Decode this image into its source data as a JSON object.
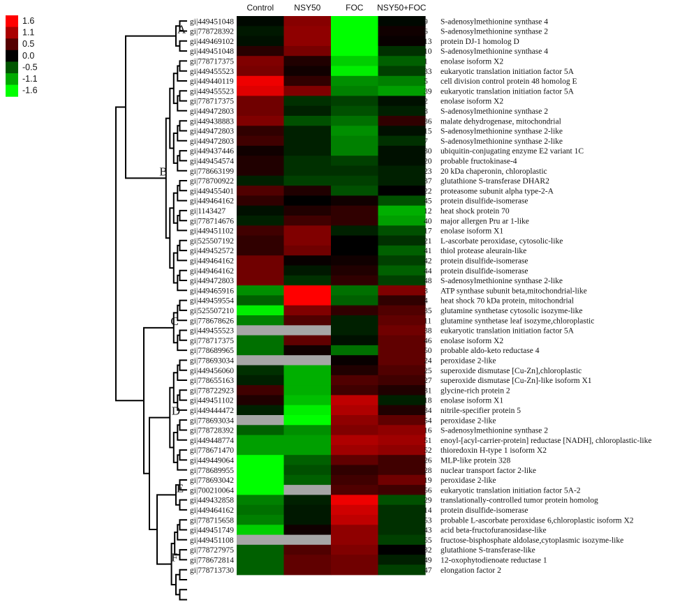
{
  "chart_data": {
    "type": "heatmap",
    "columns": [
      "Control",
      "NSY50",
      "FOC",
      "NSY50+FOC"
    ],
    "colorbar": {
      "ticks": [
        "1.6",
        "1.1",
        "0.5",
        "0.0",
        "-0.5",
        "-1.1",
        "-1.6"
      ],
      "range": [
        -1.6,
        1.6
      ],
      "low_color": "#00ff00",
      "mid_color": "#000000",
      "high_color": "#ff0000",
      "missing_color": "#a6a6a6"
    },
    "clusters": [
      {
        "label": "A",
        "rows": [
          0,
          3
        ]
      },
      {
        "label": "B",
        "rows": [
          4,
          27
        ]
      },
      {
        "label": "C",
        "rows": [
          28,
          33
        ]
      },
      {
        "label": "D",
        "rows": [
          34,
          45
        ]
      },
      {
        "label": "E",
        "rows": [
          46,
          49
        ]
      },
      {
        "label": "F",
        "rows": [
          50,
          58
        ]
      }
    ],
    "rows": [
      {
        "id": "gi|449451048",
        "num": "9",
        "name": "S-adenosylmethionine synthase 4",
        "values": [
          -0.05,
          0.85,
          -1.6,
          -0.05
        ]
      },
      {
        "id": "gi|778728392",
        "num": "6",
        "name": "S-adenosylmethionine synthase 2",
        "values": [
          -0.15,
          0.9,
          -1.6,
          0.1
        ]
      },
      {
        "id": "gi|449469102",
        "num": "13",
        "name": "protein DJ-1 homolog D",
        "values": [
          -0.1,
          0.9,
          -1.6,
          0.05
        ]
      },
      {
        "id": "gi|449451048",
        "num": "10",
        "name": "S-adenosylmethionine synthase 4",
        "values": [
          0.25,
          0.75,
          -1.6,
          -0.3
        ]
      },
      {
        "id": "gi|778717375",
        "num": "1",
        "name": "enolase isoform X2",
        "values": [
          0.8,
          0.2,
          -1.3,
          -0.6
        ]
      },
      {
        "id": "gi|449455523",
        "num": "33",
        "name": "eukaryotic translation initiation factor 5A",
        "values": [
          0.75,
          0.1,
          -1.5,
          -0.4
        ]
      },
      {
        "id": "gi|449440119",
        "num": "5",
        "name": "cell division control protein 48 homolog E",
        "values": [
          1.5,
          0.3,
          -0.9,
          -0.8
        ]
      },
      {
        "id": "gi|449455523",
        "num": "39",
        "name": "eukaryotic translation initiation factor 5A",
        "values": [
          1.4,
          0.8,
          -0.8,
          -1.0
        ]
      },
      {
        "id": "gi|778717375",
        "num": "2",
        "name": "enolase isoform X2",
        "values": [
          0.7,
          -0.3,
          -0.4,
          -0.1
        ]
      },
      {
        "id": "gi|449472803",
        "num": "8",
        "name": "S-adenosylmethionine synthase 2",
        "values": [
          0.7,
          -0.2,
          -0.5,
          -0.2
        ]
      },
      {
        "id": "gi|449438883",
        "num": "36",
        "name": "malate dehydrogenase, mitochondrial",
        "values": [
          0.8,
          -0.5,
          -0.7,
          0.3
        ]
      },
      {
        "id": "gi|449472803",
        "num": "15",
        "name": "S-adenosylmethionine synthase 2-like",
        "values": [
          0.3,
          -0.2,
          -0.9,
          -0.1
        ]
      },
      {
        "id": "gi|449472803",
        "num": "7",
        "name": "S-adenosylmethionine synthase 2-like",
        "values": [
          0.4,
          -0.2,
          -0.8,
          -0.3
        ]
      },
      {
        "id": "gi|449437446",
        "num": "30",
        "name": "ubiquitin-conjugating enzyme E2 variant 1C",
        "values": [
          0.1,
          -0.2,
          -0.8,
          -0.1
        ]
      },
      {
        "id": "gi|449454574",
        "num": "20",
        "name": "probable fructokinase-4",
        "values": [
          0.2,
          -0.3,
          -0.4,
          -0.1
        ]
      },
      {
        "id": "gi|778663199",
        "num": "23",
        "name": "20 kDa chaperonin, chloroplastic",
        "values": [
          0.2,
          -0.3,
          -0.3,
          -0.2
        ]
      },
      {
        "id": "gi|778700922",
        "num": "37",
        "name": "glutathione S-transferase DHAR2",
        "values": [
          -0.2,
          -0.4,
          -0.4,
          -0.2
        ]
      },
      {
        "id": "gi|449455401",
        "num": "22",
        "name": "proteasome subunit alpha type-2-A",
        "values": [
          0.5,
          0.2,
          -0.5,
          0.0
        ]
      },
      {
        "id": "gi|449464162",
        "num": "45",
        "name": "protein disulfide-isomerase",
        "values": [
          0.3,
          0.0,
          0.1,
          -0.5
        ]
      },
      {
        "id": "gi|1143427",
        "num": "12",
        "name": "heat shock protein 70",
        "values": [
          -0.1,
          0.2,
          0.3,
          -1.1
        ]
      },
      {
        "id": "gi|778714676",
        "num": "40",
        "name": "major allergen Pru ar 1-like",
        "values": [
          -0.2,
          0.4,
          0.3,
          -1.0
        ]
      },
      {
        "id": "gi|449451102",
        "num": "17",
        "name": "enolase isoform X1",
        "values": [
          0.4,
          0.8,
          -0.2,
          -0.5
        ]
      },
      {
        "id": "gi|525507192",
        "num": "21",
        "name": "L-ascorbate peroxidase, cytosolic-like",
        "values": [
          0.3,
          0.8,
          0.0,
          -0.3
        ]
      },
      {
        "id": "gi|449452572",
        "num": "41",
        "name": "thiol protease aleurain-like",
        "values": [
          0.3,
          0.7,
          0.0,
          -0.6
        ]
      },
      {
        "id": "gi|449464162",
        "num": "42",
        "name": "protein disulfide-isomerase",
        "values": [
          0.7,
          0.05,
          0.1,
          -0.4
        ]
      },
      {
        "id": "gi|449464162",
        "num": "44",
        "name": "protein disulfide-isomerase",
        "values": [
          0.7,
          -0.15,
          0.2,
          -0.6
        ]
      },
      {
        "id": "gi|449472803",
        "num": "48",
        "name": "S-adenosylmethionine synthase 2-like",
        "values": [
          0.7,
          -0.3,
          0.3,
          -0.4
        ]
      },
      {
        "id": "gi|449465916",
        "num": "3",
        "name": "ATP synthase subunit beta,mitochondrial-like",
        "values": [
          -0.9,
          1.6,
          -0.7,
          0.8
        ]
      },
      {
        "id": "gi|449459554",
        "num": "4",
        "name": "heat shock 70 kDa protein, mitochondrial",
        "values": [
          -0.6,
          1.6,
          -0.6,
          0.3
        ]
      },
      {
        "id": "gi|525507210",
        "num": "35",
        "name": "glutamine synthetase cytosolic isozyme-like",
        "values": [
          -1.5,
          0.8,
          0.3,
          0.5
        ]
      },
      {
        "id": "gi|778678626",
        "num": "11",
        "name": "glutamine synthetase leaf isozyme,chloroplastic",
        "values": [
          -0.8,
          0.5,
          -0.2,
          0.6
        ]
      },
      {
        "id": "gi|449455523",
        "num": "38",
        "name": "eukaryotic translation initiation factor 5A",
        "values": [
          null,
          null,
          -0.2,
          0.7
        ]
      },
      {
        "id": "gi|778717375",
        "num": "46",
        "name": "enolase isoform X2",
        "values": [
          -0.7,
          0.6,
          -0.1,
          0.6
        ]
      },
      {
        "id": "gi|778689965",
        "num": "50",
        "name": "probable aldo-keto reductase 4",
        "values": [
          -0.7,
          0.1,
          -0.7,
          0.6
        ]
      },
      {
        "id": "gi|778693034",
        "num": "24",
        "name": "peroxidase 2-like",
        "values": [
          null,
          null,
          0.05,
          0.6
        ]
      },
      {
        "id": "gi|449456060",
        "num": "25",
        "name": "superoxide dismutase [Cu-Zn],chloroplastic",
        "values": [
          -0.3,
          -1.1,
          0.2,
          0.5
        ]
      },
      {
        "id": "gi|778655163",
        "num": "27",
        "name": "superoxide dismutase [Cu-Zn]-like isoform X1",
        "values": [
          -0.2,
          -1.1,
          0.5,
          0.4
        ]
      },
      {
        "id": "gi|778722923",
        "num": "31",
        "name": "glycine-rich protein 2",
        "values": [
          0.4,
          -1.1,
          0.4,
          0.2
        ]
      },
      {
        "id": "gi|449451102",
        "num": "18",
        "name": "enolase isoform X1",
        "values": [
          0.2,
          -1.2,
          1.2,
          -0.2
        ]
      },
      {
        "id": "gi|449444472",
        "num": "34",
        "name": "nitrile-specifier protein 5",
        "values": [
          -0.2,
          -1.5,
          1.1,
          0.2
        ]
      },
      {
        "id": "gi|778693034",
        "num": "54",
        "name": "peroxidase 2-like",
        "values": [
          null,
          -1.6,
          0.9,
          0.6
        ]
      },
      {
        "id": "gi|778728392",
        "num": "16",
        "name": "S-adenosylmethionine synthase 2",
        "values": [
          -0.6,
          -0.9,
          0.8,
          0.9
        ]
      },
      {
        "id": "gi|449448774",
        "num": "51",
        "name": "enoyl-[acyl-carrier-protein] reductase [NADH], chloroplastic-like",
        "values": [
          -1.0,
          -1.0,
          1.1,
          1.0
        ]
      },
      {
        "id": "gi|778671470",
        "num": "52",
        "name": "thioredoxin H-type 1 isoform X2",
        "values": [
          -1.0,
          -1.0,
          1.0,
          0.9
        ]
      },
      {
        "id": "gi|449449064",
        "num": "26",
        "name": "MLP-like protein 328",
        "values": [
          -1.6,
          -0.6,
          0.6,
          0.4
        ]
      },
      {
        "id": "gi|778689955",
        "num": "28",
        "name": "nuclear transport factor 2-like",
        "values": [
          -1.6,
          -0.5,
          0.3,
          0.4
        ]
      },
      {
        "id": "gi|778693042",
        "num": "19",
        "name": "peroxidase 2-like",
        "values": [
          -1.6,
          -0.6,
          0.4,
          0.7
        ]
      },
      {
        "id": "gi|700210064",
        "num": "56",
        "name": "eukaryotic translation initiation factor 5A-2",
        "values": [
          -1.6,
          null,
          0.5,
          0.4
        ]
      },
      {
        "id": "gi|449432858",
        "num": "29",
        "name": "translationally-controlled tumor protein homolog",
        "values": [
          -0.8,
          -0.2,
          1.5,
          -0.5
        ]
      },
      {
        "id": "gi|449464162",
        "num": "14",
        "name": "protein disulfide-isomerase",
        "values": [
          -0.7,
          -0.15,
          1.3,
          -0.3
        ]
      },
      {
        "id": "gi|778715658",
        "num": "53",
        "name": "probable L-ascorbate peroxidase 6,chloroplastic isoform X2",
        "values": [
          -0.8,
          -0.15,
          1.2,
          -0.3
        ]
      },
      {
        "id": "gi|449451749",
        "num": "43",
        "name": "acid beta-fructofuranosidase-like",
        "values": [
          -1.3,
          0.1,
          0.9,
          -0.3
        ]
      },
      {
        "id": "gi|449451108",
        "num": "55",
        "name": "fructose-bisphosphate aldolase,cytoplasmic isozyme-like",
        "values": [
          null,
          null,
          0.9,
          -0.4
        ]
      },
      {
        "id": "gi|778727975",
        "num": "32",
        "name": "glutathione S-transferase-like",
        "values": [
          -0.6,
          0.5,
          0.8,
          0.0
        ]
      },
      {
        "id": "gi|778672814",
        "num": "49",
        "name": "12-oxophytodienoate reductase 1",
        "values": [
          -0.6,
          0.6,
          0.7,
          -0.2
        ]
      },
      {
        "id": "gi|778713730",
        "num": "47",
        "name": "elongation factor 2",
        "values": [
          -0.6,
          0.6,
          0.7,
          -0.4
        ]
      }
    ]
  }
}
